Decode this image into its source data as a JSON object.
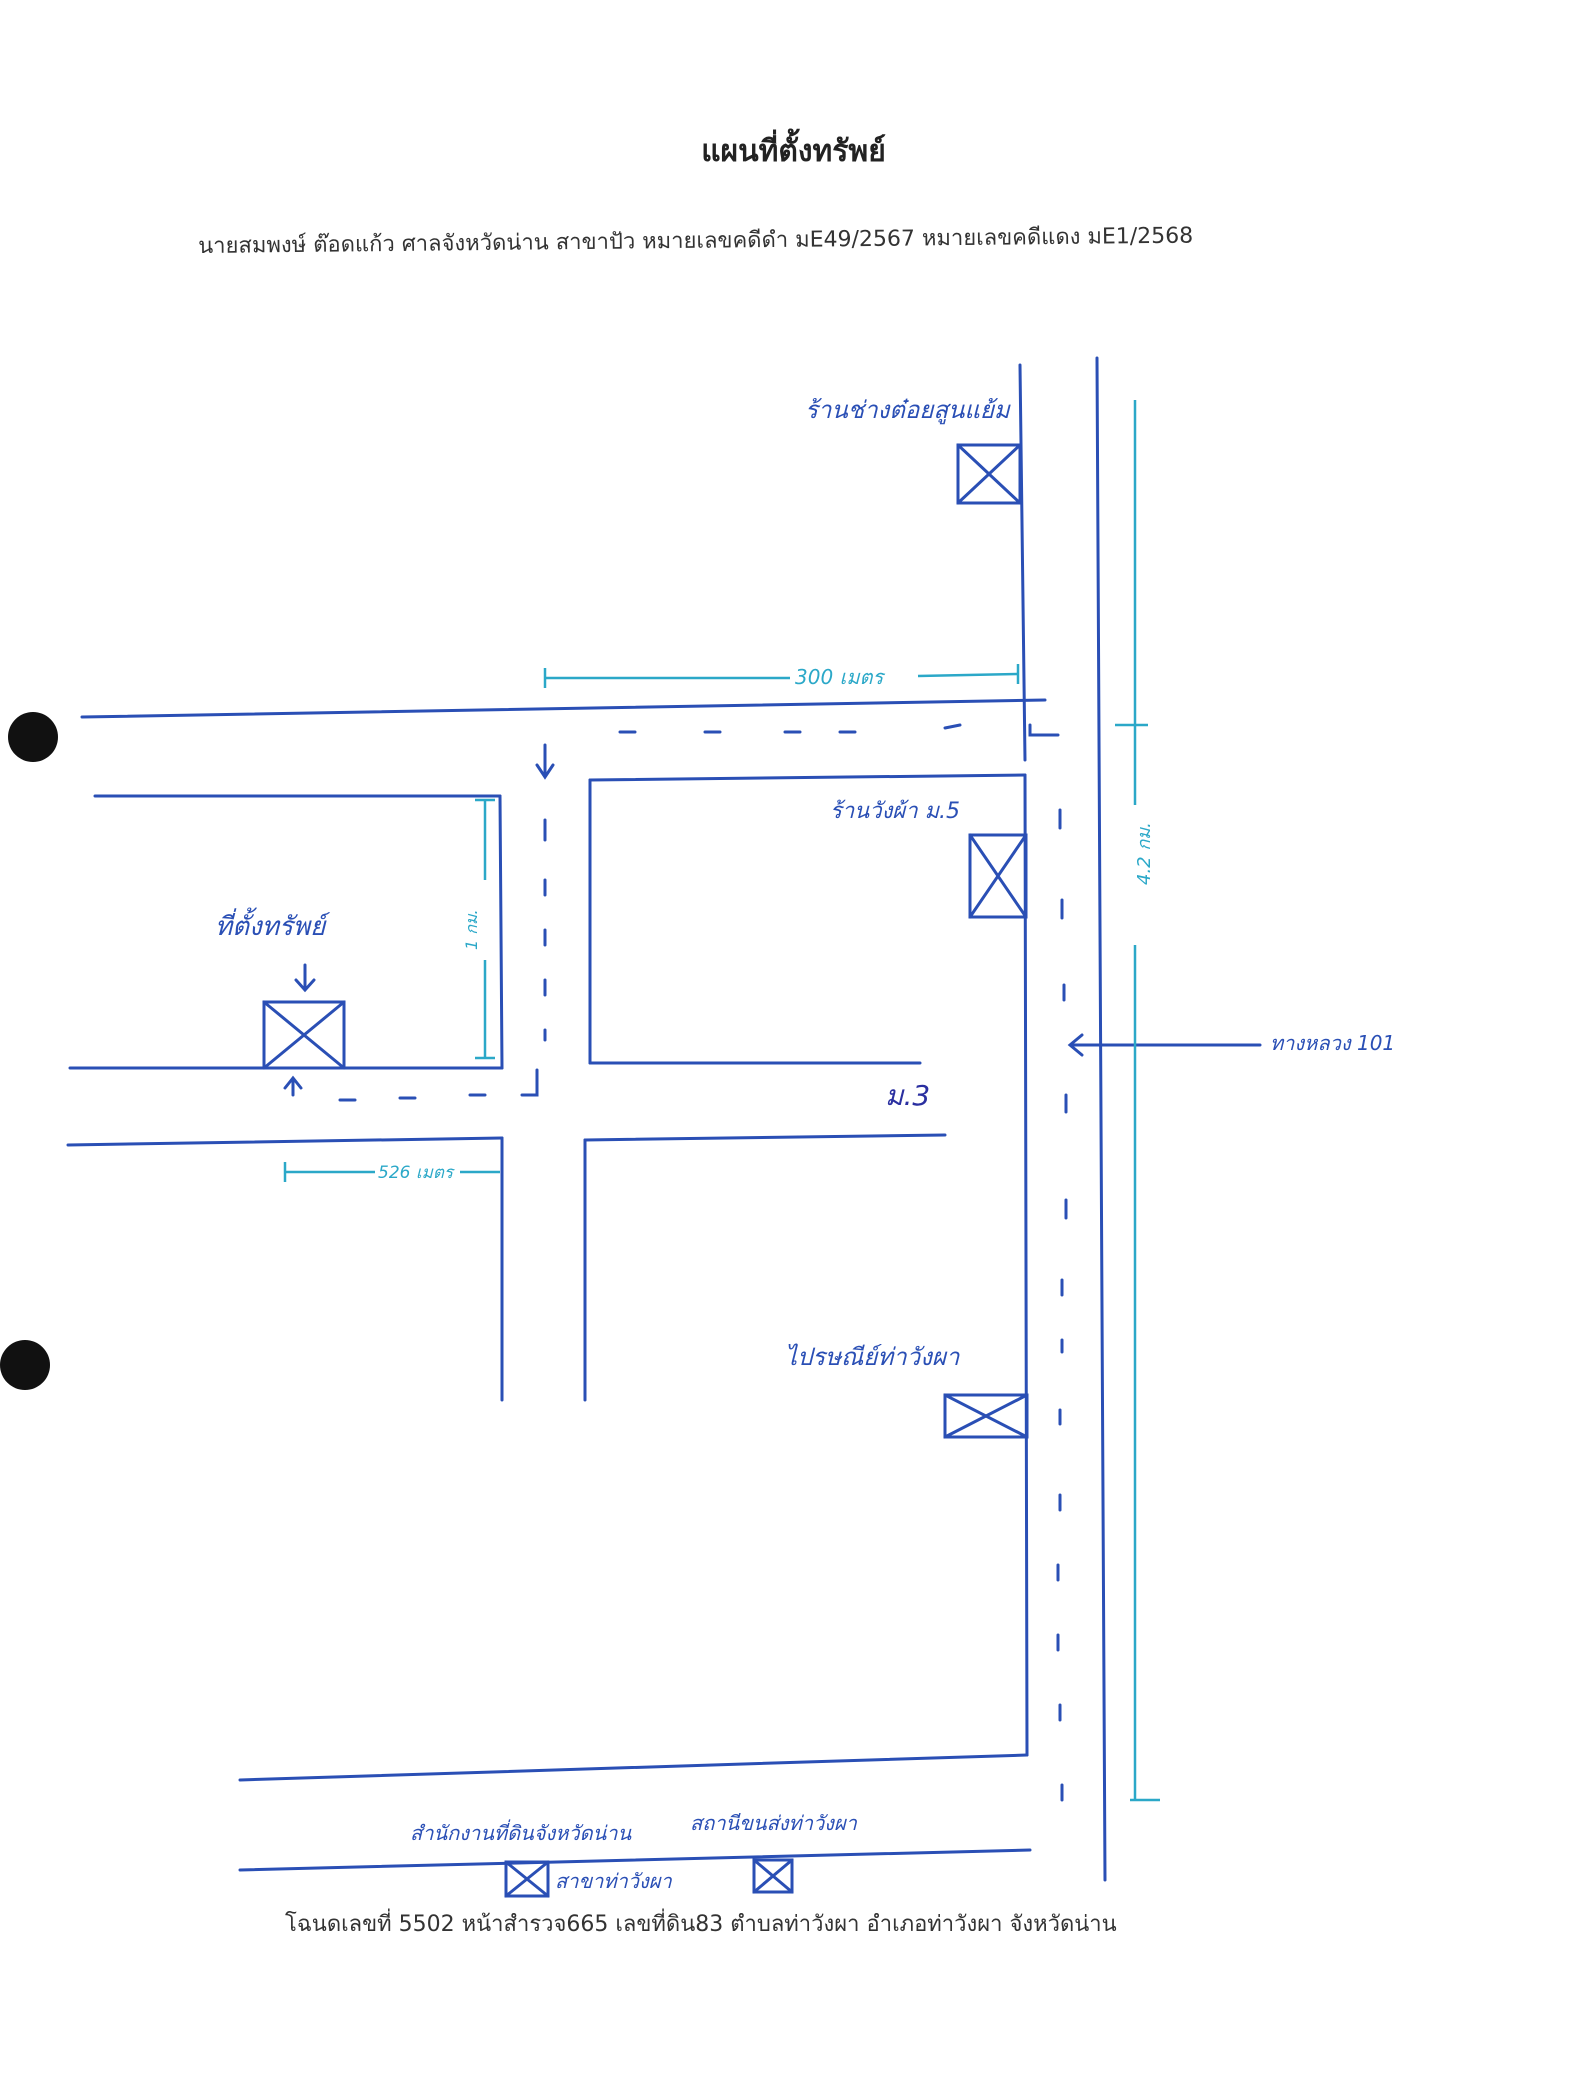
{
  "document": {
    "title": "แผนที่ตั้งทรัพย์",
    "case_line": "นายสมพงษ์ ต๊อดแก้ว ศาลจังหวัดน่าน สาขาปัว หมายเลขคดีดำ มE49/2567 หมายเลขคดีแดง มE1/2568",
    "deed_line": "โฉนดเลขที่ 5502 หน้าสำรวจ665 เลขที่ดิน83 ตำบลท่าวังผา อำเภอท่าวังผา จังหวัดน่าน"
  },
  "map": {
    "labels": {
      "shop_top": "ร้านช่างต๋อยสูนแย้ม",
      "shop_middle": "ร้านวังผ้า ม.5",
      "property": "ที่ตั้งทรัพย์",
      "road_sign": "ม.3",
      "gas_station": "ไปรษณีย์ท่าวังผา",
      "highway": "ทางหลวง 101",
      "bottom_left": "สำนักงานที่ดินจังหวัดน่าน",
      "bottom_right": "สถานีขนส่งท่าวังผา",
      "bottom_small": "สาขาท่าวังผา"
    },
    "measurements": {
      "top_distance": "300 เมตร",
      "left_distance": "526 เมตร",
      "vertical_right": "4.2 กม.",
      "vertical_left": "1 กม."
    },
    "colors": {
      "ink": "#2a4fb5",
      "measure": "#2ba8c8",
      "dark_ink": "#2a2fa0"
    }
  }
}
